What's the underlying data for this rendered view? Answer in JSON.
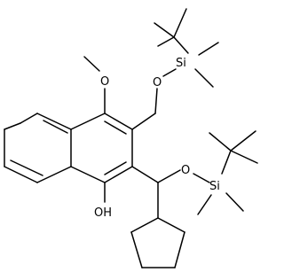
{
  "labels": {
    "methoxy_o": "O",
    "ether_o_top": "O",
    "si_top": "Si",
    "ether_o_mid": "O",
    "si_mid": "Si",
    "hydroxyl": "OH"
  },
  "colors": {
    "bond": "#000000",
    "background": "#ffffff"
  }
}
